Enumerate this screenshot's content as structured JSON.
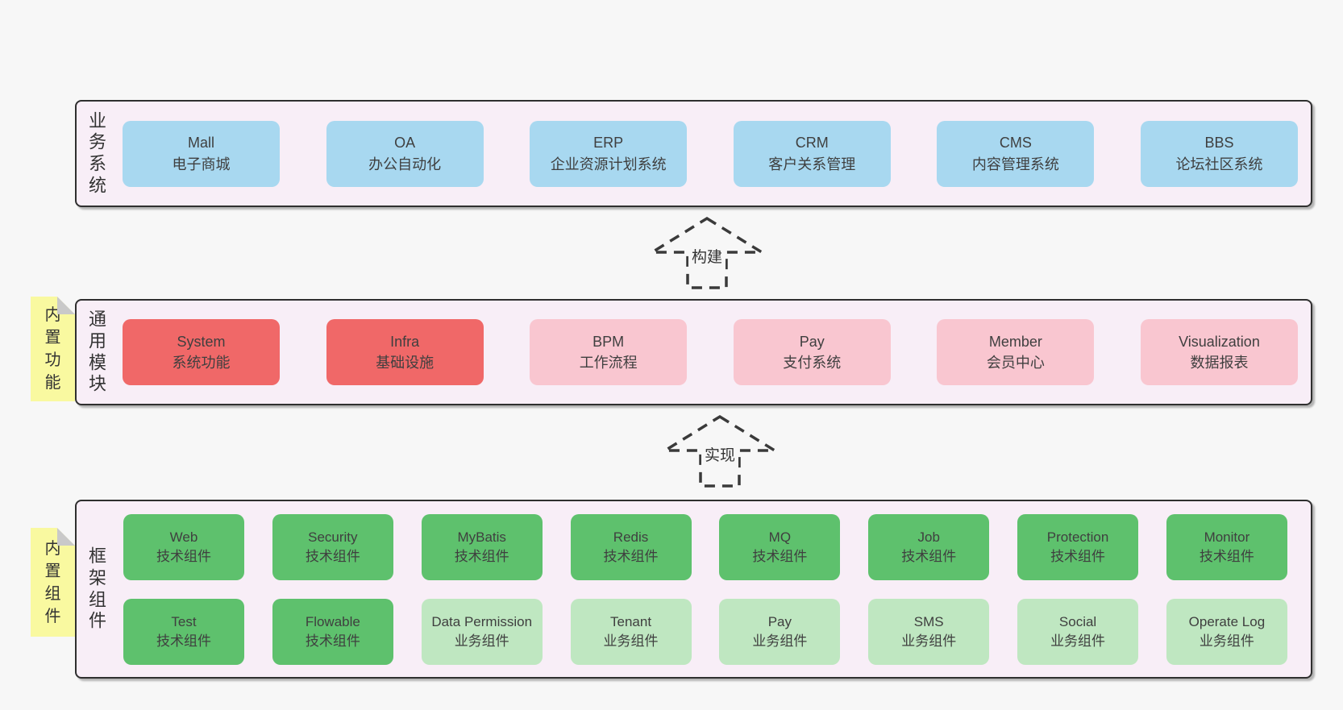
{
  "colors": {
    "page-bg": "#f7f7f7",
    "band-bg": "#f8eef7",
    "band-border": "#2f2f2f",
    "blue": "#a8d8f0",
    "red": "#f06868",
    "pink": "#f9c6d0",
    "green": "#5ec16d",
    "light-green": "#bfe7c1",
    "yellow": "#f9f9a0",
    "fold-gray": "#c9c9c9",
    "text": "#3f3f3f",
    "label-text": "#333333"
  },
  "arrows": [
    {
      "label": "构建"
    },
    {
      "label": "实现"
    }
  ],
  "bands": [
    {
      "label": "业务系统",
      "boxes": [
        {
          "en": "Mall",
          "zh": "电子商城"
        },
        {
          "en": "OA",
          "zh": "办公自动化"
        },
        {
          "en": "ERP",
          "zh": "企业资源计划系统"
        },
        {
          "en": "CRM",
          "zh": "客户关系管理"
        },
        {
          "en": "CMS",
          "zh": "内容管理系统"
        },
        {
          "en": "BBS",
          "zh": "论坛社区系统"
        }
      ]
    },
    {
      "label": "通用模块",
      "sticky": "内置功能",
      "boxes": [
        {
          "en": "System",
          "zh": "系统功能"
        },
        {
          "en": "Infra",
          "zh": "基础设施"
        },
        {
          "en": "BPM",
          "zh": "工作流程"
        },
        {
          "en": "Pay",
          "zh": "支付系统"
        },
        {
          "en": "Member",
          "zh": "会员中心"
        },
        {
          "en": "Visualization",
          "zh": "数据报表"
        }
      ]
    },
    {
      "label": "框架组件",
      "sticky": "内置组件",
      "rows": [
        [
          {
            "en": "Web",
            "zh": "技术组件"
          },
          {
            "en": "Security",
            "zh": "技术组件"
          },
          {
            "en": "MyBatis",
            "zh": "技术组件"
          },
          {
            "en": "Redis",
            "zh": "技术组件"
          },
          {
            "en": "MQ",
            "zh": "技术组件"
          },
          {
            "en": "Job",
            "zh": "技术组件"
          },
          {
            "en": "Protection",
            "zh": "技术组件"
          },
          {
            "en": "Monitor",
            "zh": "技术组件"
          }
        ],
        [
          {
            "en": "Test",
            "zh": "技术组件"
          },
          {
            "en": "Flowable",
            "zh": "技术组件"
          },
          {
            "en": "Data Permission",
            "zh": "业务组件"
          },
          {
            "en": "Tenant",
            "zh": "业务组件"
          },
          {
            "en": "Pay",
            "zh": "业务组件"
          },
          {
            "en": "SMS",
            "zh": "业务组件"
          },
          {
            "en": "Social",
            "zh": "业务组件"
          },
          {
            "en": "Operate Log",
            "zh": "业务组件"
          }
        ]
      ]
    }
  ]
}
